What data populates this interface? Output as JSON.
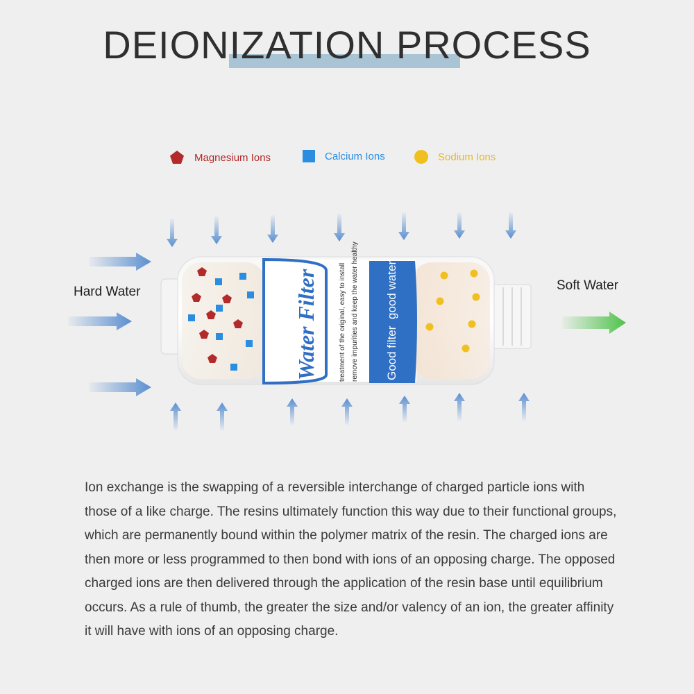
{
  "header": {
    "title": "DEIONIZATION PROCESS"
  },
  "legend": {
    "items": [
      {
        "label": "Magnesium Ions",
        "color": "#b22a2a",
        "shape": "pentagon"
      },
      {
        "label": "Calcium Ions",
        "color": "#2a8de0",
        "shape": "square"
      },
      {
        "label": "Sodium Ions",
        "color": "#f0c020",
        "shape": "circle"
      }
    ]
  },
  "diagram": {
    "input_label": "Hard Water",
    "output_label": "Soft Water",
    "filter_label_left": "Water Filter",
    "filter_small_text_1": "treatment of the original, easy to install",
    "filter_small_text_2": "remove impurities and keep the water healthy",
    "filter_label_right_1": "good water",
    "filter_label_right_2": "Good filter",
    "colors": {
      "inflow_arrow": "#5a8fd0",
      "outflow_arrow": "#4fc24a",
      "filter_band": "#2f6fc4"
    }
  },
  "description": {
    "text": "Ion exchange is the swapping of a reversible interchange of charged particle ions with those of a like charge. The resins ultimately function this way due to their functional groups, which are permanently bound within the polymer matrix of the resin. The charged ions are then more or less programmed to then bond with ions of an opposing charge. The opposed charged ions are then delivered through the application of the resin base until equilibrium occurs. As a rule of thumb, the greater the size and/or valency of an ion, the greater affinity it will have with ions of an opposing charge."
  }
}
